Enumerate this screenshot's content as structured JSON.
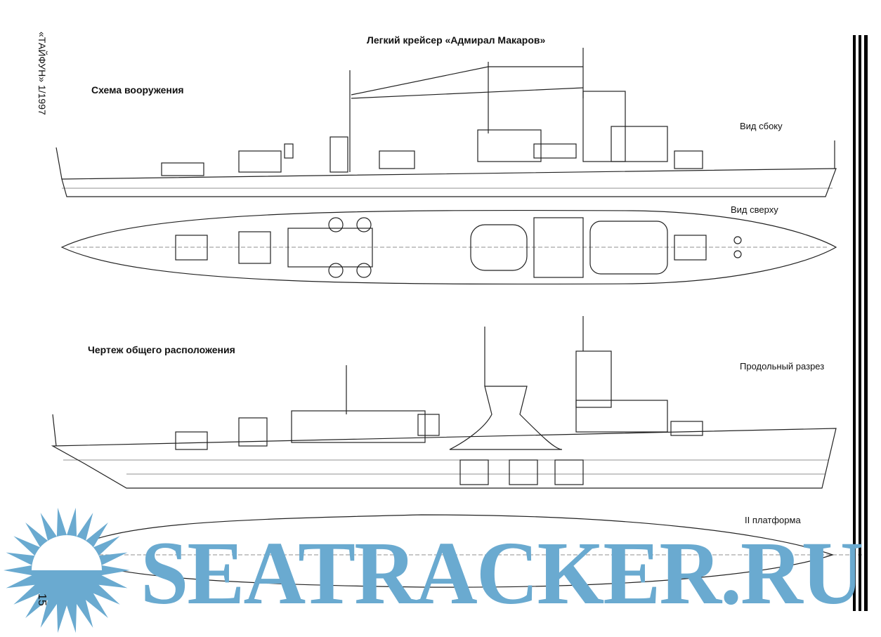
{
  "magazine": {
    "running_head": "«ТАЙФУН» 1/1997",
    "page_number": "15"
  },
  "title": "Легкий крейсер «Адмирал Макаров»",
  "sections": {
    "armament_scheme": "Схема вооружения",
    "side_view": "Вид сбоку",
    "top_view": "Вид сверху",
    "general_arrangement": "Чертеж общего расположения",
    "longitudinal_section": "Продольный разрез",
    "platform": "II платформа"
  },
  "watermark": {
    "text": "SEATRACKER.RU",
    "color": "#6aaad0"
  }
}
